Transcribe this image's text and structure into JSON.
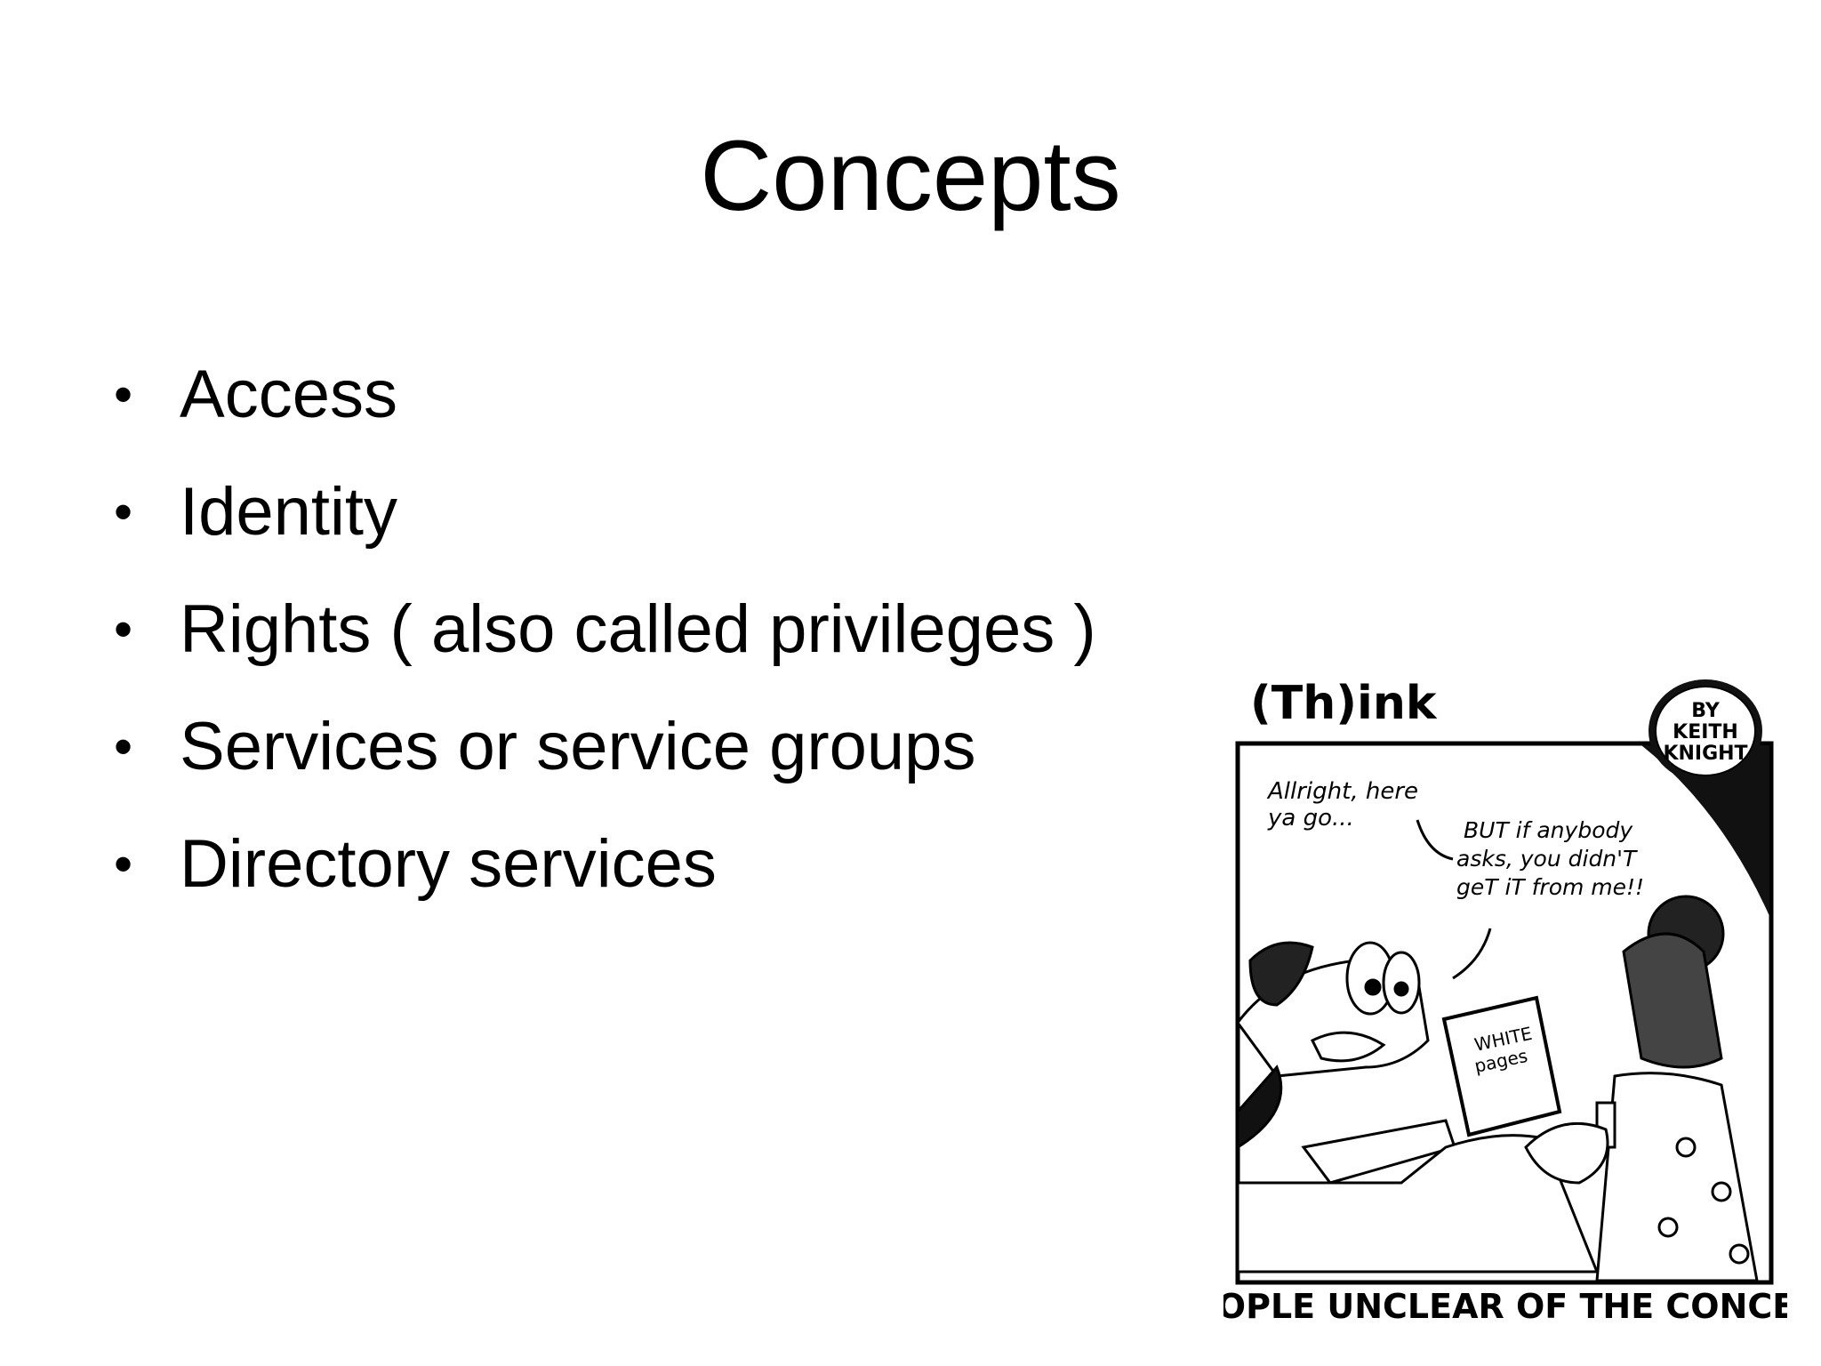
{
  "slide": {
    "title": "Concepts",
    "bullets": [
      "Access",
      "Identity",
      "Rights ( also called privileges )",
      "Services or service groups",
      "Directory services"
    ]
  },
  "comic": {
    "series_title": "(Th)ink",
    "byline": [
      "BY",
      "KEITH",
      "KNIGHT"
    ],
    "speech_1": [
      "Allright, here",
      "ya go..."
    ],
    "speech_2": [
      "BUT if anybody",
      "asks, you didn'T",
      "geT iT from me!!"
    ],
    "book_label": [
      "WHITE",
      "pages"
    ],
    "caption": "PEOPLE UNCLEAR OF THE CONCEPT"
  }
}
